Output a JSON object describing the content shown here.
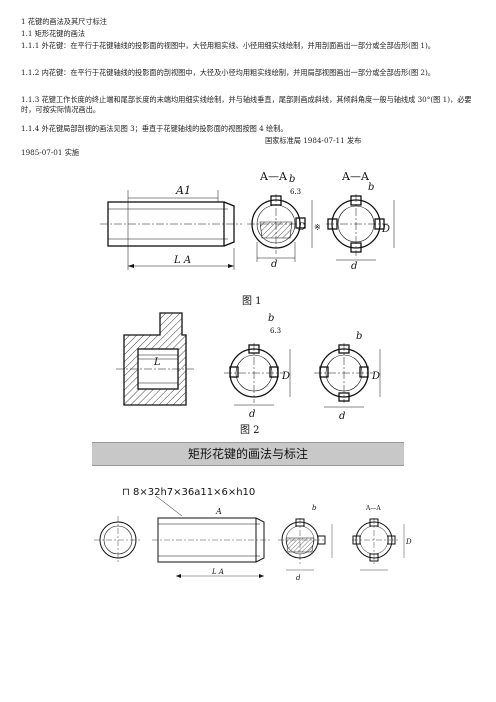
{
  "heading": "1 花键的画法及其尺寸标注",
  "section": "1.1 矩形花键的画法",
  "para1": "1.1.1 外花键：在平行于花键轴线的投影面的视图中，大径用粗实线、小径用细实线绘制，并用剖面画出一部分或全部齿形(图 1)。",
  "para2": "1.1.2 内花键：在平行于花键轴线的投影面的剖视图中，大径及小径均用粗实线绘制，并用局部视图画出一部分或全部齿形(图 2)。",
  "para3": "1.1.3 花键工作长度的终止端和尾部长度的末端均用细实线绘制，并与轴线垂直，尾部则画成斜线，其倾斜角度一般与轴线成 30°(图 1)，必要时，可按实际情况画出。",
  "para4": "1.1.4 外花键局部剖视的画法见图 3；垂直于花键轴线的投影面的视图按图 4 绘制。",
  "publish_line": "国家标准局 1984-07-11 发布",
  "effective_line": "1985-07-01 实施",
  "fig1": {
    "caption": "图 1",
    "label_A1": "A1",
    "label_LA": "L A",
    "section_left": "A—A",
    "section_right": "A—A",
    "label_b": "b",
    "label_d": "d",
    "label_D": "D",
    "label_ra": "6.3"
  },
  "fig2": {
    "caption": "图 2",
    "label_L": "L",
    "label_b": "b",
    "label_d": "d",
    "label_D": "D",
    "label_ra": "6.3"
  },
  "banner_title": "矩形花键的画法与标注",
  "fig3": {
    "formula": "⊓ 8×32h7×36a11×6×h10",
    "label_A": "A",
    "label_LA": "L A",
    "label_b": "b",
    "label_d": "d",
    "label_D": "D",
    "section": "A—A"
  }
}
